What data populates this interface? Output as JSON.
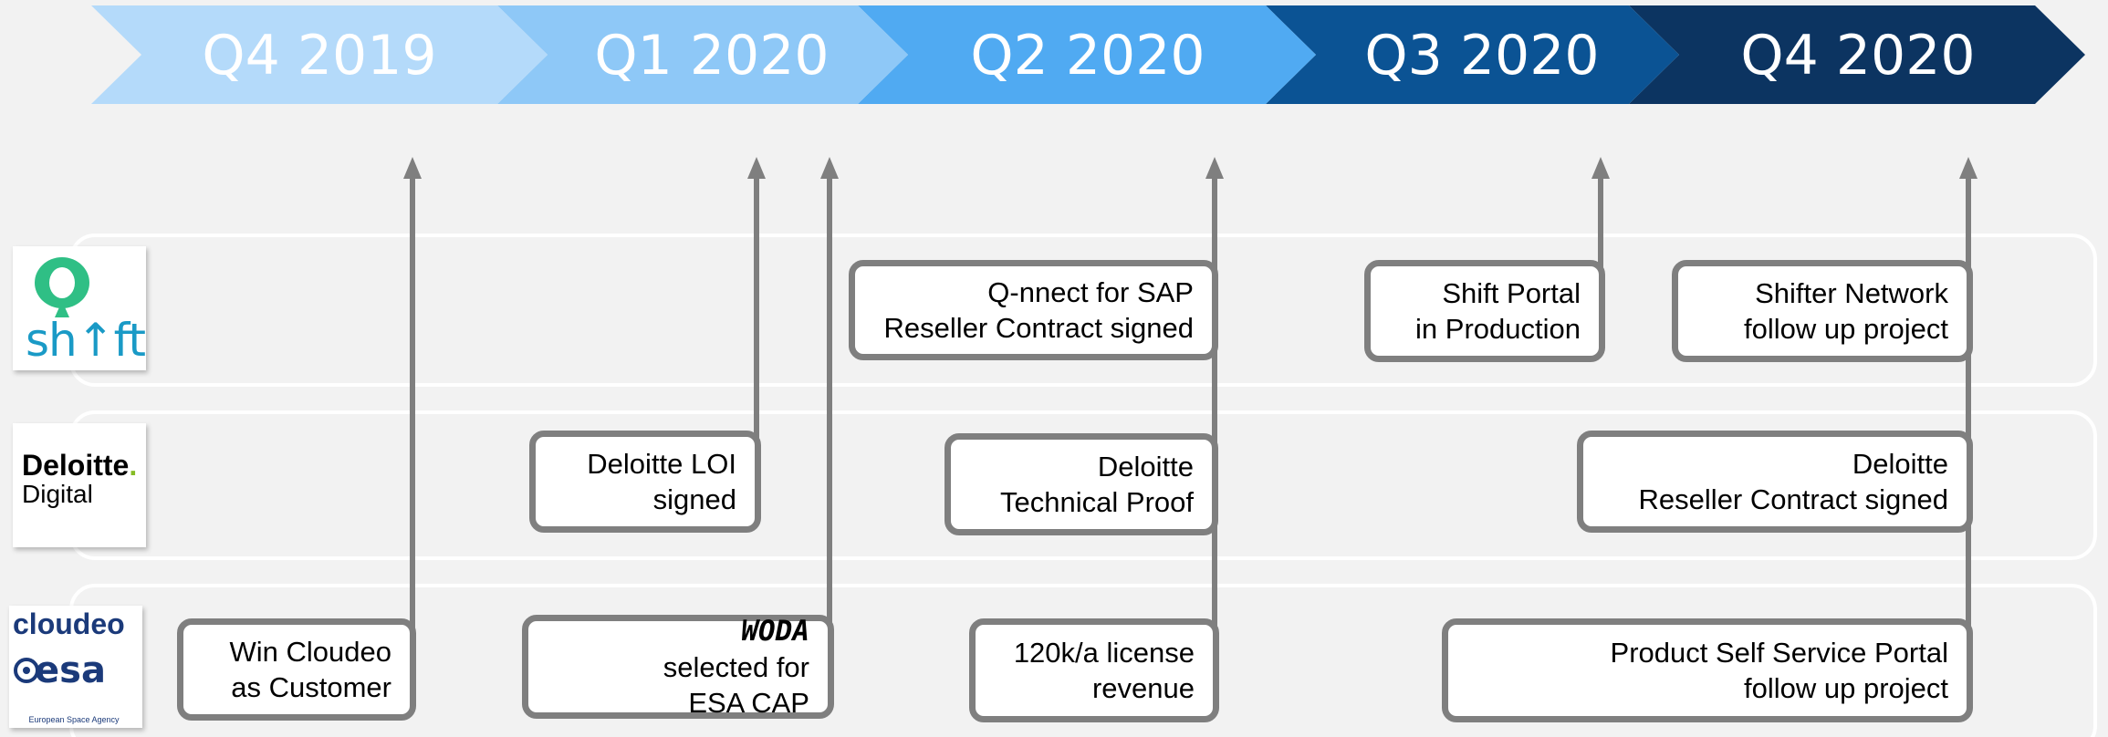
{
  "timeline": {
    "quarters": [
      "Q4 2019",
      "Q1 2020",
      "Q2 2020",
      "Q3 2020",
      "Q4 2020"
    ],
    "colors": [
      "#b4dafa",
      "#8ec8f7",
      "#50aaf2",
      "#0b5394",
      "#0c3461"
    ]
  },
  "lanes": {
    "shift": {
      "logo_text": "sh↑ft"
    },
    "deloitte": {
      "logo_name": "Deloitte",
      "logo_dot": ".",
      "logo_sub": "Digital"
    },
    "cloudeo": {
      "logo_name": "cloudeo",
      "logo_esa": "esa",
      "logo_esa_sub": "European Space Agency"
    }
  },
  "milestones": {
    "shift_q2": [
      "Q-nnect for SAP",
      "Reseller Contract signed"
    ],
    "shift_q3": [
      "Shift Portal",
      "in Production"
    ],
    "shift_q4": [
      "Shifter Network",
      "follow up project"
    ],
    "deloitte_q1": [
      "Deloitte LOI",
      "signed"
    ],
    "deloitte_q2": [
      "Deloitte",
      "Technical Proof"
    ],
    "deloitte_q4": [
      "Deloitte",
      "Reseller Contract signed"
    ],
    "cloudeo_q4_2019": [
      "Win Cloudeo",
      "as Customer"
    ],
    "cloudeo_q1_brand": "WODA",
    "cloudeo_q1_line1_rest": " selected for",
    "cloudeo_q1_line2": "ESA CAP",
    "cloudeo_q2": [
      "120k/a license",
      "revenue"
    ],
    "cloudeo_q4_2020": [
      "Product Self Service Portal",
      "follow up project"
    ]
  }
}
